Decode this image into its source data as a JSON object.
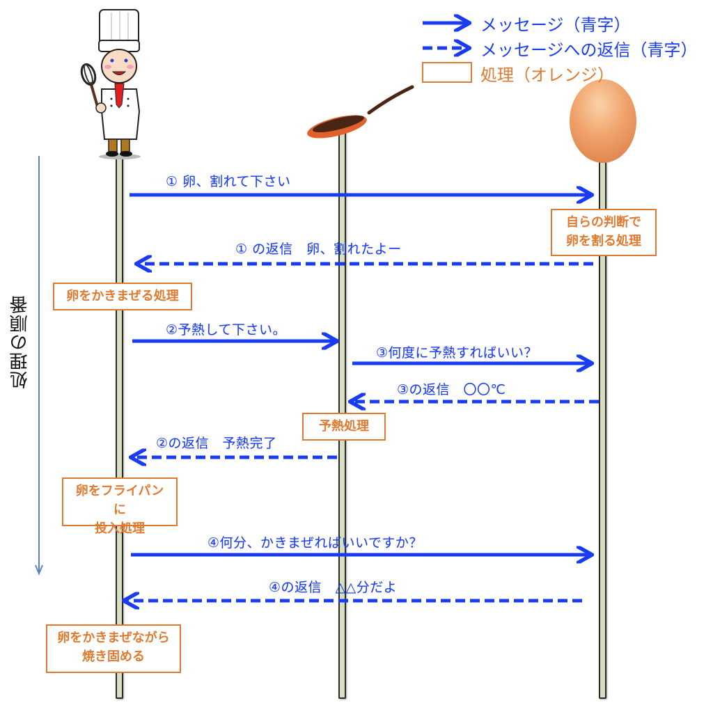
{
  "legend": {
    "message": "メッセージ（青字）",
    "reply": "メッセージへの返信（青字）",
    "process": "処理（オレンジ）"
  },
  "actors": [
    {
      "name": "chef",
      "icon": "chef-icon"
    },
    {
      "name": "frying-pan",
      "icon": "frying-pan-icon"
    },
    {
      "name": "egg",
      "icon": "egg-icon"
    }
  ],
  "order_axis_label": "処理の順番",
  "messages": [
    {
      "id": "m1",
      "kind": "call",
      "from": "chef",
      "to": "egg",
      "label": "① 卵、割れて下さい"
    },
    {
      "id": "r1",
      "kind": "reply",
      "from": "egg",
      "to": "chef",
      "label": "① の返信　卵、割れたよー"
    },
    {
      "id": "m2",
      "kind": "call",
      "from": "chef",
      "to": "frying-pan",
      "label": "②予熱して下さい。"
    },
    {
      "id": "m3",
      "kind": "call",
      "from": "frying-pan",
      "to": "egg",
      "label": "③何度に予熱すればいい？"
    },
    {
      "id": "r3",
      "kind": "reply",
      "from": "egg",
      "to": "frying-pan",
      "label": "③の返信　〇〇℃"
    },
    {
      "id": "r2",
      "kind": "reply",
      "from": "frying-pan",
      "to": "chef",
      "label": "②の返信　予熱完了"
    },
    {
      "id": "m4",
      "kind": "call",
      "from": "chef",
      "to": "egg",
      "label": "④何分、かきまぜればいいですか？"
    },
    {
      "id": "r4",
      "kind": "reply",
      "from": "egg",
      "to": "chef",
      "label": "④の返信　△△分だよ"
    }
  ],
  "processes": [
    {
      "id": "p-egg-break",
      "actor": "egg",
      "lines": [
        "自らの判断で",
        "卵を割る処理"
      ]
    },
    {
      "id": "p-mix",
      "actor": "chef",
      "lines": [
        "卵をかきまぜる処理"
      ]
    },
    {
      "id": "p-preheat",
      "actor": "frying-pan",
      "lines": [
        "予熱処理"
      ]
    },
    {
      "id": "p-put-in",
      "actor": "chef",
      "lines": [
        "卵をフライパンに",
        "投入処理"
      ]
    },
    {
      "id": "p-cook",
      "actor": "chef",
      "lines": [
        "卵をかきまぜながら",
        "焼き固める"
      ]
    }
  ],
  "colors": {
    "message": "#1a3cf0",
    "process": "#e07a30",
    "lifeline_fill": "#d6e0c0",
    "order_axis": "#5b7fc0"
  }
}
